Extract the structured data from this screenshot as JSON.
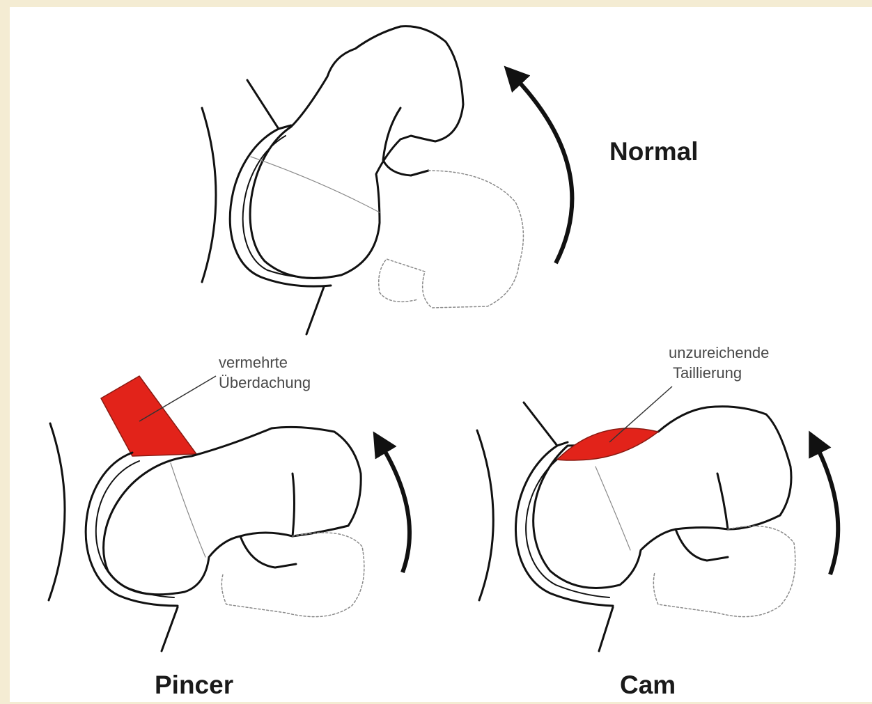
{
  "labels": {
    "normal": "Normal",
    "pincer": "Pincer",
    "cam": "Cam",
    "pincer_annotation_line1": "vermehrte",
    "pincer_annotation_line2": "Überdachung",
    "cam_annotation_line1": "unzureichende",
    "cam_annotation_line2": "Taillierung"
  },
  "colors": {
    "highlight": "#e2231a",
    "outline": "#111111",
    "faint": "#8a8a8a",
    "frame": "#f4ecd3"
  }
}
